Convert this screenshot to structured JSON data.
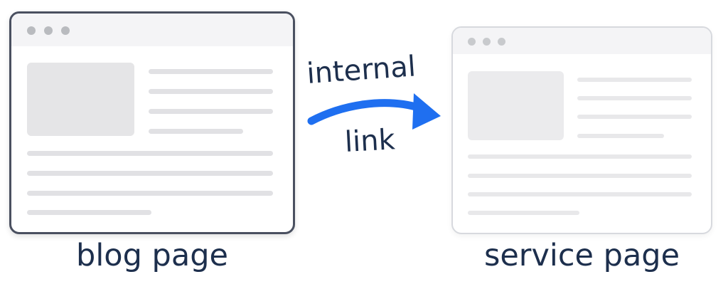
{
  "arrow": {
    "label_top": "internal",
    "label_bottom": "link",
    "color": "#1f6ff0"
  },
  "pages": {
    "source": {
      "caption": "blog page",
      "border_color": "#4a5060"
    },
    "target": {
      "caption": "service page",
      "border_color": "#d7d9de"
    }
  },
  "colors": {
    "text": "#1d2f4d",
    "placeholder": "#e1e1e4",
    "window_dots": "#b9bbbf"
  }
}
